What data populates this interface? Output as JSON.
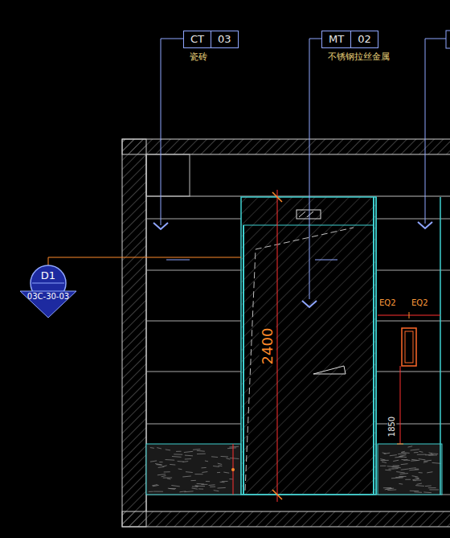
{
  "diagram": {
    "nodes": [
      {
        "text": [
          "CT",
          "03",
          "瓷砖"
        ]
      },
      {
        "text": [
          "MT",
          "02",
          "不锈钢拉丝金属"
        ]
      },
      {
        "text": [
          "D1",
          "03C-30-03"
        ]
      }
    ],
    "labels": [
      "2400",
      "EQ2",
      "EQ2",
      "1850"
    ]
  }
}
